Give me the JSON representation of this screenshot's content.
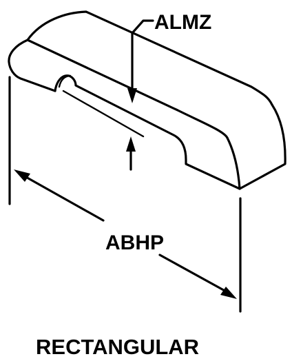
{
  "diagram": {
    "labels": {
      "thickness_code": "ALMZ",
      "length_code": "ABHP",
      "shape_caption": "RECTANGULAR"
    }
  }
}
